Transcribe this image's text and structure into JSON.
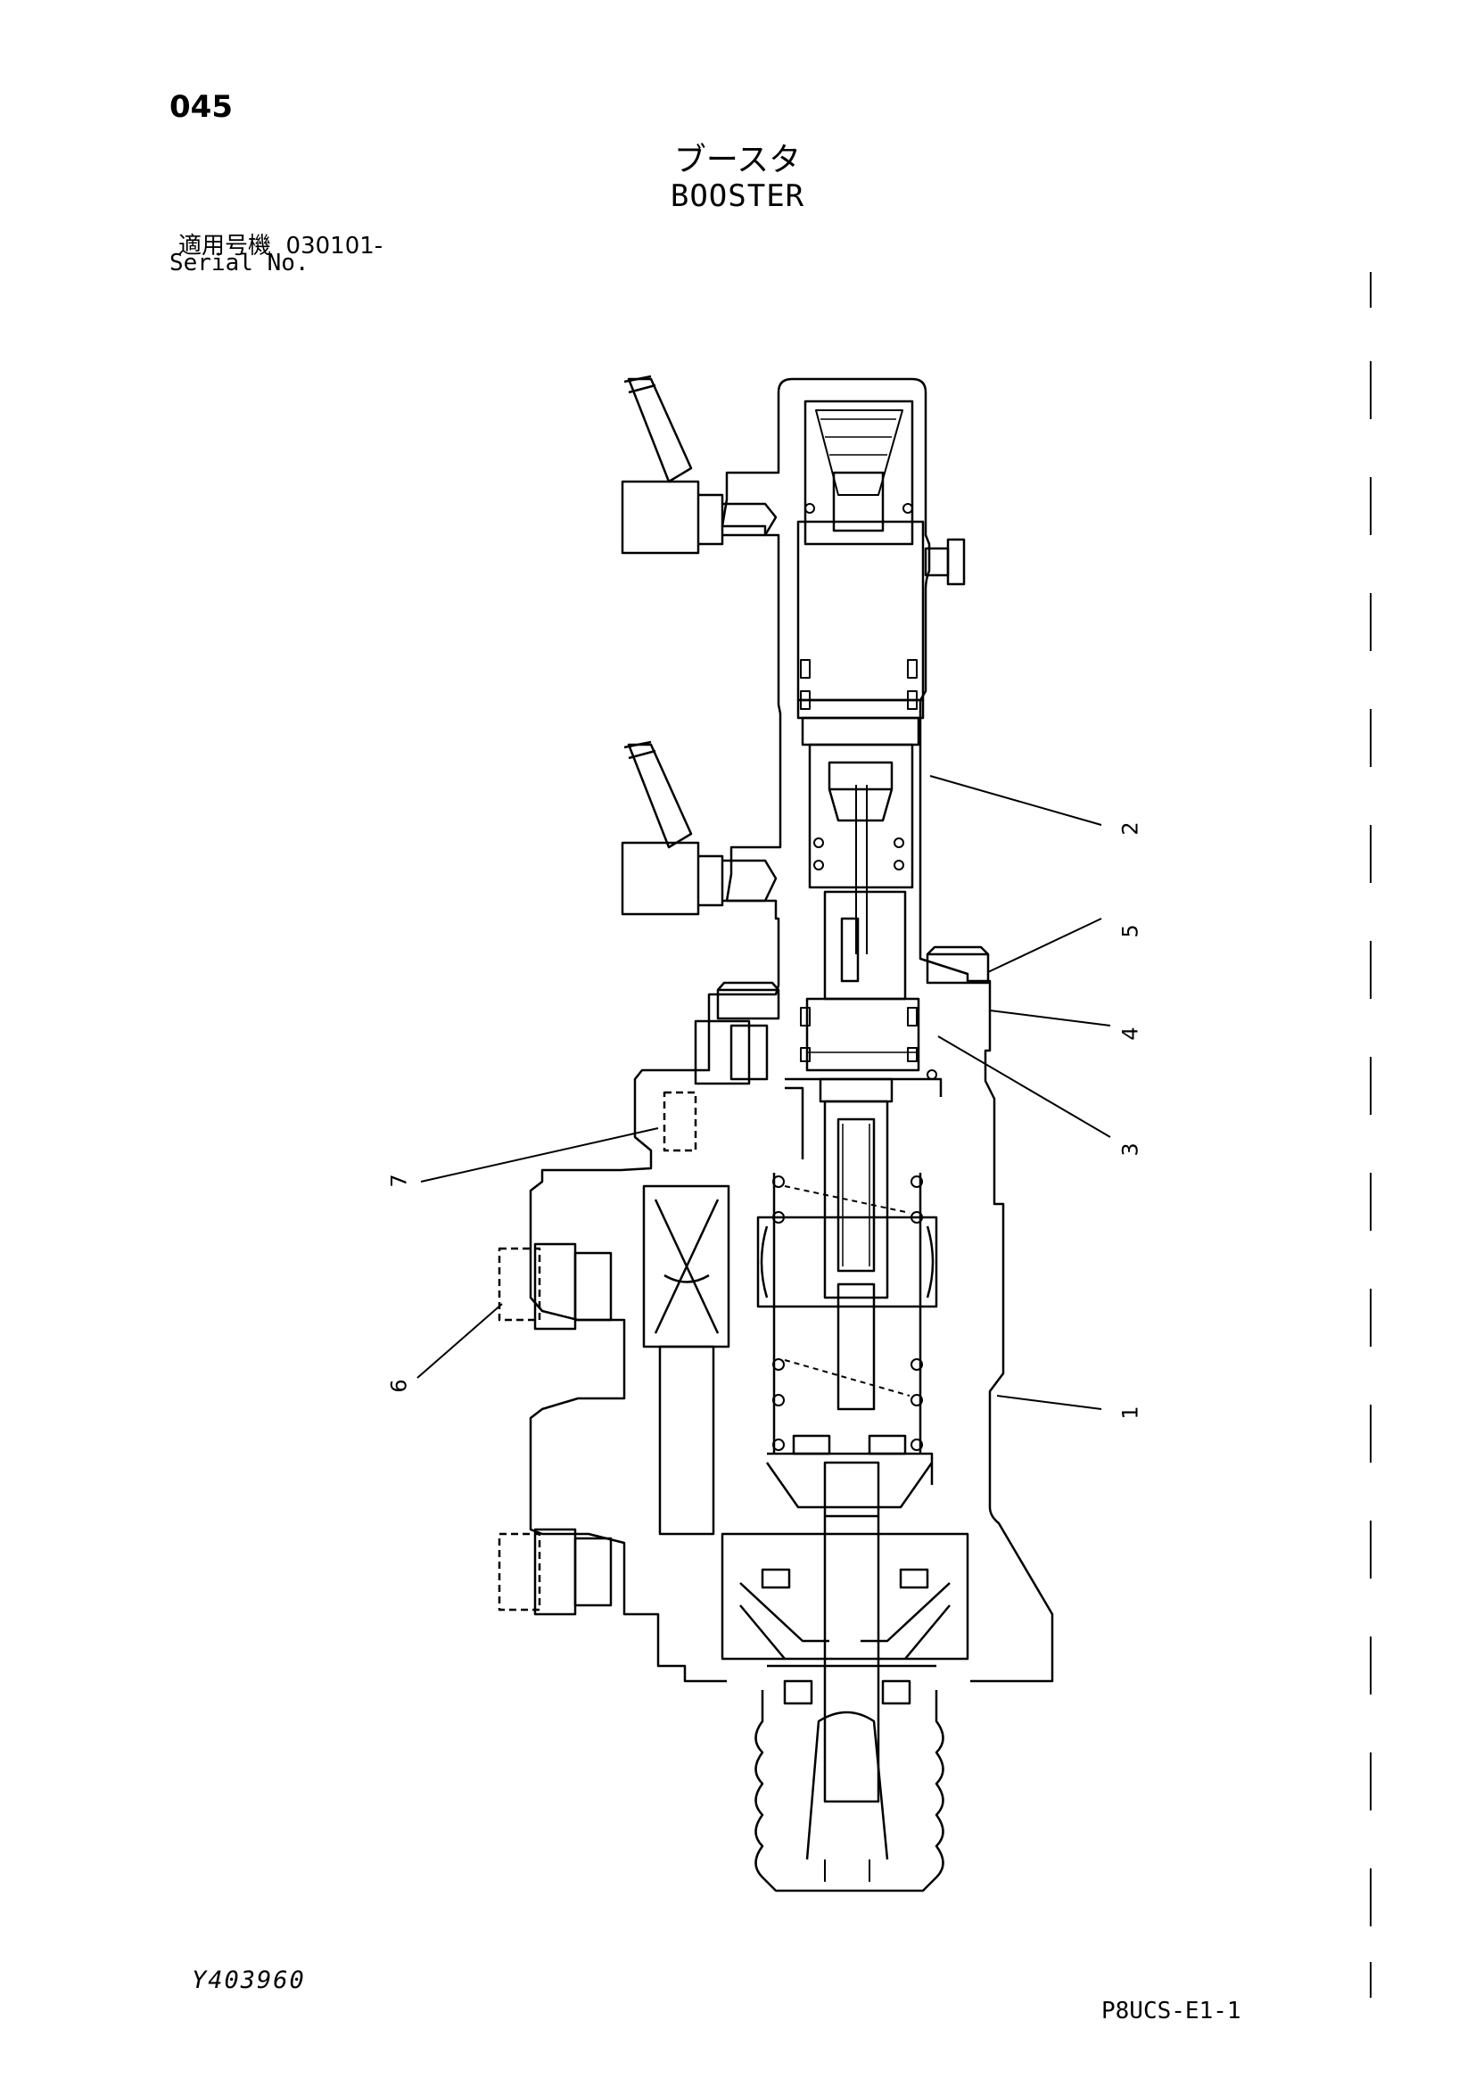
{
  "header": {
    "page_number": "045",
    "title_jp": "ブースタ",
    "title_en": "BOOSTER",
    "serial_label_jp": "適用号機",
    "serial_value": "030101-",
    "serial_label_en": "Serial No."
  },
  "callouts": [
    "1",
    "2",
    "3",
    "4",
    "5",
    "6",
    "7"
  ],
  "footer": {
    "document_id": "Y403960",
    "page_code": "P8UCS-E1-1"
  }
}
